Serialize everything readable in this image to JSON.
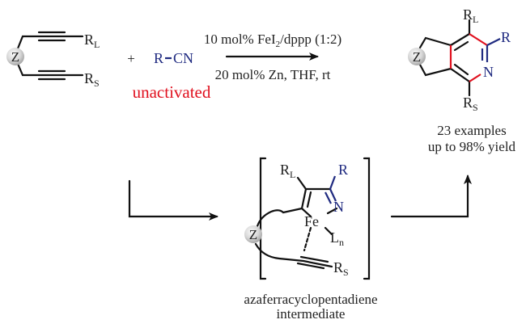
{
  "reactant": {
    "core": "Z",
    "rl": "R",
    "rl_sub": "L",
    "rs": "R",
    "rs_sub": "S"
  },
  "plus": "+",
  "nitrile": {
    "r": "R",
    "cn": "CN",
    "note": "unactivated"
  },
  "conditions": {
    "line1_pre": "10 mol% FeI",
    "line1_sub": "2",
    "line1_post": "/dppp (1:2)",
    "line2": "20 mol% Zn, THF, rt"
  },
  "product": {
    "core": "Z",
    "rl": "R",
    "rl_sub": "L",
    "r": "R",
    "n": "N",
    "rs": "R",
    "rs_sub": "S",
    "examples": "23 examples",
    "yield": "up to 98% yield"
  },
  "intermediate": {
    "core": "Z",
    "rl": "R",
    "rl_sub": "L",
    "r": "R",
    "n": "N",
    "fe": "Fe",
    "ln": "L",
    "ln_sub": "n",
    "rs": "R",
    "rs_sub": "S",
    "name_line1": "azaferracyclopentadiene",
    "name_line2": "intermediate"
  },
  "colors": {
    "nitrile": "#1f2a80",
    "highlight": "#e0101e"
  }
}
